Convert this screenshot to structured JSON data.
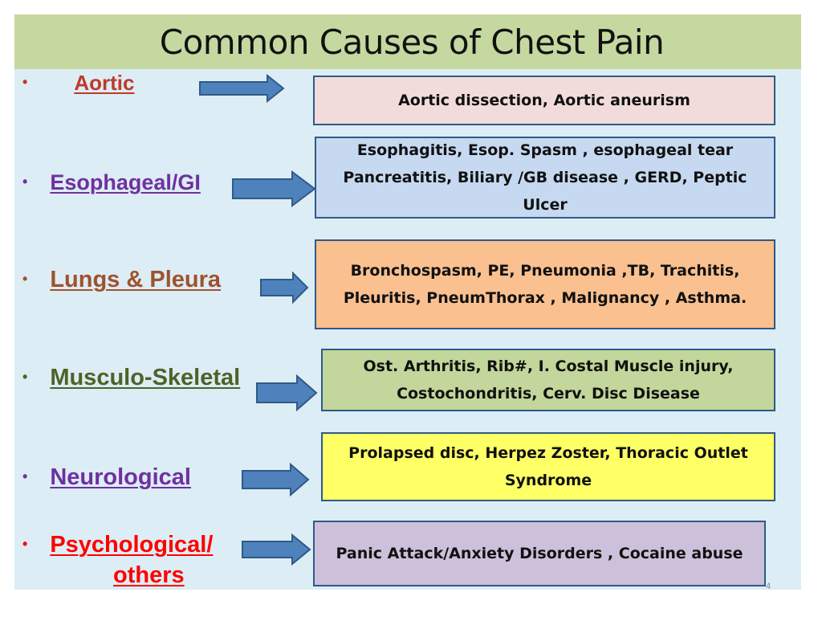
{
  "slide": {
    "title": "Common Causes of Chest Pain",
    "page_number": "4",
    "bullet_glyph": "•"
  },
  "rows": [
    {
      "category": "Aortic",
      "color": "#c0392b",
      "box_color": "#f2dcdb",
      "causes": "Aortic dissection, Aortic aneurism"
    },
    {
      "category": "Esophageal/GI",
      "color": "#7030a0",
      "box_color": "#c6d9f1",
      "causes": "Esophagitis, Esop. Spasm , esophageal tear Pancreatitis, Biliary /GB disease , GERD, Peptic Ulcer"
    },
    {
      "category": "Lungs & Pleura",
      "color": "#a0522d",
      "box_color": "#fac090",
      "causes": "Bronchospasm, PE, Pneumonia ,TB, Trachitis, Pleuritis, PneumThorax , Malignancy , Asthma."
    },
    {
      "category": "Musculo-Skeletal",
      "color": "#4f6228",
      "box_color": "#c3d69b",
      "causes": "Ost. Arthritis, Rib#, I. Costal Muscle injury, Costochondritis, Cerv. Disc Disease"
    },
    {
      "category": "Neurological",
      "color": "#7030a0",
      "box_color": "#ffff66",
      "causes": "Prolapsed disc, Herpez Zoster, Thoracic Outlet Syndrome"
    },
    {
      "category": "Psychological/",
      "category_line2": "others",
      "color": "#ff0000",
      "box_color": "#ccc0da",
      "causes": "Panic Attack/Anxiety Disorders , Cocaine abuse"
    }
  ],
  "arrow_icon": "right-arrow-icon",
  "arrow_color": "#4f81bd"
}
